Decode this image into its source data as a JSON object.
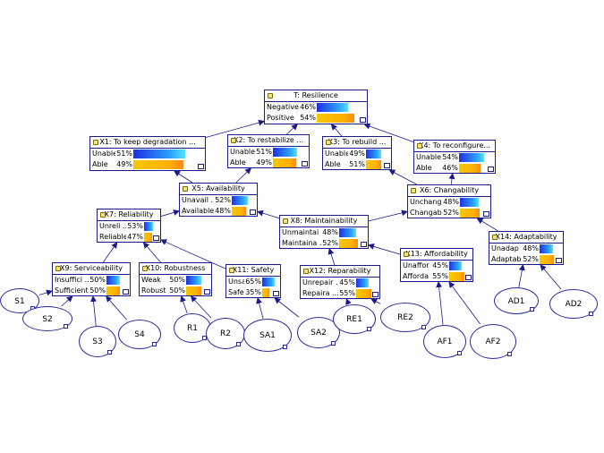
{
  "nodes": [
    {
      "id": "T",
      "title": "T: Resilience",
      "states": [
        {
          "label": "Negative",
          "pct": "46%",
          "value": 46
        },
        {
          "label": "Positive",
          "pct": "54%",
          "value": 54
        }
      ]
    },
    {
      "id": "X1",
      "title": "X1: To keep degradation ...",
      "states": [
        {
          "label": "Unable",
          "pct": "51%",
          "value": 51
        },
        {
          "label": "Able",
          "pct": "49%",
          "value": 49
        }
      ]
    },
    {
      "id": "X2",
      "title": "X2: To restabilize ...",
      "states": [
        {
          "label": "Unable",
          "pct": "51%",
          "value": 51
        },
        {
          "label": "Able",
          "pct": "49%",
          "value": 49
        }
      ]
    },
    {
      "id": "X3",
      "title": "X3: To rebuild ...",
      "states": [
        {
          "label": "Unable",
          "pct": "49%",
          "value": 49
        },
        {
          "label": "Able",
          "pct": "51%",
          "value": 51
        }
      ]
    },
    {
      "id": "X4",
      "title": "X4: To reconfigure...",
      "states": [
        {
          "label": "Unable",
          "pct": "54%",
          "value": 54
        },
        {
          "label": "Able",
          "pct": "46%",
          "value": 46
        }
      ]
    },
    {
      "id": "X5",
      "title": "X5: Availability",
      "states": [
        {
          "label": "Unavail ...",
          "pct": "52%",
          "value": 52
        },
        {
          "label": "Available",
          "pct": "48%",
          "value": 48
        }
      ]
    },
    {
      "id": "X6",
      "title": "X6: Changability",
      "states": [
        {
          "label": "Unchang ...",
          "pct": "48%",
          "value": 48
        },
        {
          "label": "Changable",
          "pct": "52%",
          "value": 52
        }
      ]
    },
    {
      "id": "X7",
      "title": "X7: Reliability",
      "states": [
        {
          "label": "Unreli ...",
          "pct": "53%",
          "value": 53
        },
        {
          "label": "Reliable",
          "pct": "47%",
          "value": 47
        }
      ]
    },
    {
      "id": "X8",
      "title": "X8: Maintainability",
      "states": [
        {
          "label": "Unmaintai ...",
          "pct": "48%",
          "value": 48
        },
        {
          "label": "Maintaina ...",
          "pct": "52%",
          "value": 52
        }
      ]
    },
    {
      "id": "X9",
      "title": "X9: Serviceability",
      "states": [
        {
          "label": "Insuffici ...",
          "pct": "50%",
          "value": 50
        },
        {
          "label": "Sufficient",
          "pct": "50%",
          "value": 50
        }
      ]
    },
    {
      "id": "X10",
      "title": "X10: Robustness",
      "states": [
        {
          "label": "Weak",
          "pct": "50%",
          "value": 50
        },
        {
          "label": "Robust",
          "pct": "50%",
          "value": 50
        }
      ]
    },
    {
      "id": "X11",
      "title": "X11: Safety",
      "states": [
        {
          "label": "Unsafe",
          "pct": "65%",
          "value": 65
        },
        {
          "label": "Safe",
          "pct": "35%",
          "value": 35
        }
      ]
    },
    {
      "id": "X12",
      "title": "X12: Reparability",
      "states": [
        {
          "label": "Unrepair ...",
          "pct": "45%",
          "value": 45
        },
        {
          "label": "Repaira ...",
          "pct": "55%",
          "value": 55
        }
      ]
    },
    {
      "id": "X13",
      "title": "X13: Affordability",
      "states": [
        {
          "label": "Unaffor ...",
          "pct": "45%",
          "value": 45
        },
        {
          "label": "Afforda ...",
          "pct": "55%",
          "value": 55
        }
      ]
    },
    {
      "id": "X14",
      "title": "X14: Adaptability",
      "states": [
        {
          "label": "Unadap ...",
          "pct": "48%",
          "value": 48
        },
        {
          "label": "Adaptable",
          "pct": "52%",
          "value": 52
        }
      ]
    }
  ],
  "leaves": [
    {
      "id": "S1",
      "label": "S1"
    },
    {
      "id": "S2",
      "label": "S2"
    },
    {
      "id": "S3",
      "label": "S3"
    },
    {
      "id": "S4",
      "label": "S4"
    },
    {
      "id": "R1",
      "label": "R1"
    },
    {
      "id": "R2",
      "label": "R2"
    },
    {
      "id": "SA1",
      "label": "SA1"
    },
    {
      "id": "SA2",
      "label": "SA2"
    },
    {
      "id": "RE1",
      "label": "RE1"
    },
    {
      "id": "RE2",
      "label": "RE2"
    },
    {
      "id": "AF1",
      "label": "AF1"
    },
    {
      "id": "AF2",
      "label": "AF2"
    },
    {
      "id": "AD1",
      "label": "AD1"
    },
    {
      "id": "AD2",
      "label": "AD2"
    }
  ],
  "edges": [
    [
      "X1",
      "T"
    ],
    [
      "X2",
      "T"
    ],
    [
      "X3",
      "T"
    ],
    [
      "X4",
      "T"
    ],
    [
      "X5",
      "X1"
    ],
    [
      "X5",
      "X2"
    ],
    [
      "X6",
      "X3"
    ],
    [
      "X6",
      "X4"
    ],
    [
      "X7",
      "X5"
    ],
    [
      "X8",
      "X5"
    ],
    [
      "X8",
      "X6"
    ],
    [
      "X14",
      "X6"
    ],
    [
      "X9",
      "X7"
    ],
    [
      "X10",
      "X7"
    ],
    [
      "X11",
      "X7"
    ],
    [
      "X12",
      "X8"
    ],
    [
      "X13",
      "X8"
    ],
    [
      "S1",
      "X9"
    ],
    [
      "S2",
      "X9"
    ],
    [
      "S3",
      "X9"
    ],
    [
      "S4",
      "X9"
    ],
    [
      "R1",
      "X10"
    ],
    [
      "R2",
      "X10"
    ],
    [
      "SA1",
      "X11"
    ],
    [
      "SA2",
      "X11"
    ],
    [
      "RE1",
      "X12"
    ],
    [
      "RE2",
      "X12"
    ],
    [
      "AF1",
      "X13"
    ],
    [
      "AF2",
      "X13"
    ],
    [
      "AD1",
      "X14"
    ],
    [
      "AD2",
      "X14"
    ]
  ],
  "colors": {
    "border": "#1a1a8c",
    "line": "#1a1a8c",
    "bar_state1": "#2aa0ff",
    "bar_state2": "#ffb000"
  }
}
